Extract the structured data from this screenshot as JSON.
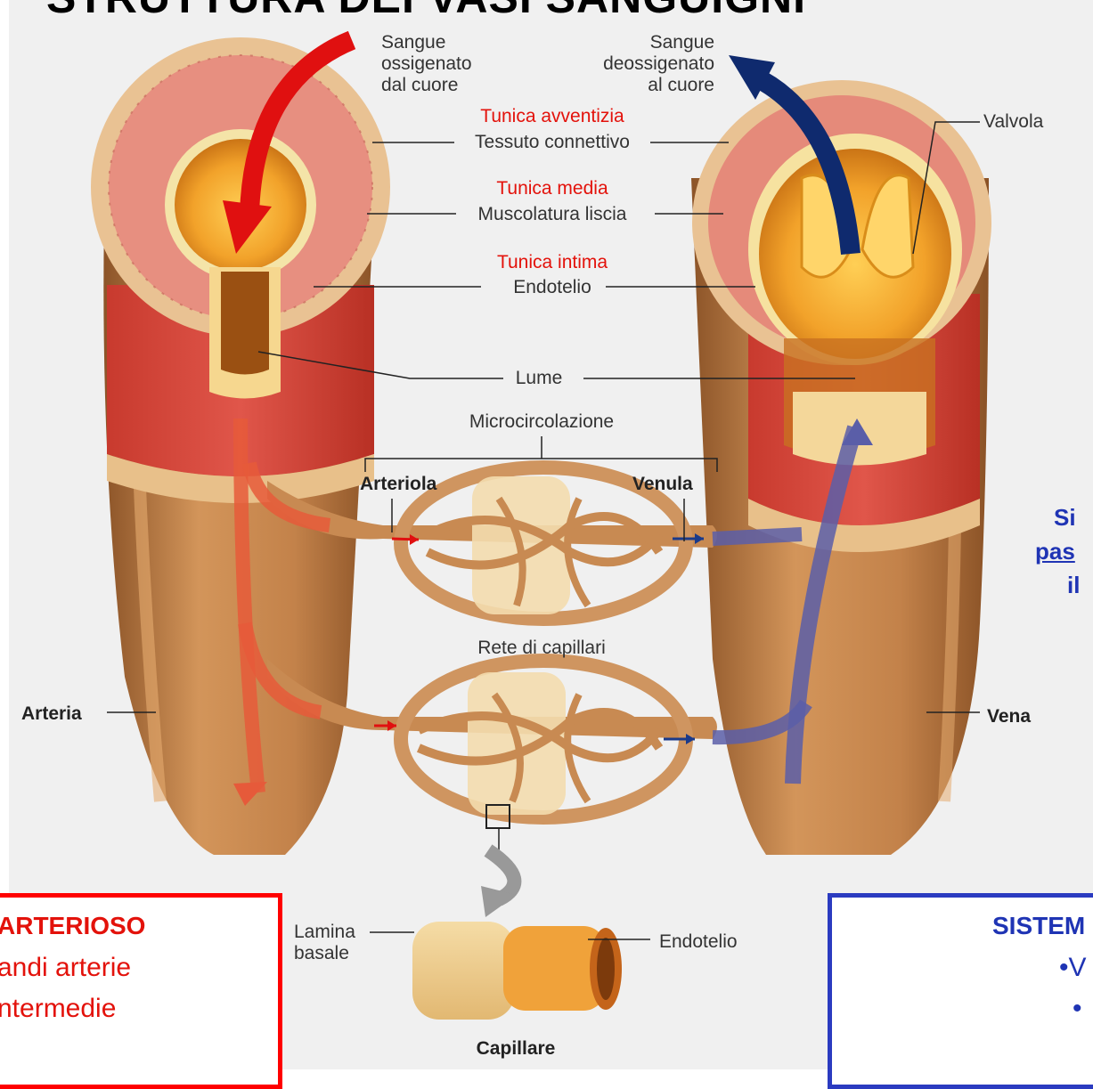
{
  "title": "STRUTTURA DEI VASI SANGUIGNI",
  "flow": {
    "oxygenated": [
      "Sangue",
      "ossigenato",
      "dal cuore"
    ],
    "deoxygenated": [
      "Sangue",
      "deossigenato",
      "al cuore"
    ]
  },
  "layers": {
    "adventitia_title": "Tunica avventizia",
    "adventitia_label": "Tessuto connettivo",
    "media_title": "Tunica media",
    "media_label": "Muscolatura liscia",
    "intima_title": "Tunica intima",
    "intima_label": "Endotelio"
  },
  "labels": {
    "valve": "Valvola",
    "lumen": "Lume",
    "microcirculation": "Microcircolazione",
    "arteriole": "Arteriola",
    "venule": "Venula",
    "capillary_network": "Rete di capillari",
    "artery": "Arteria",
    "vein": "Vena",
    "basal_lamina": [
      "Lamina",
      "basale"
    ],
    "endothelium": "Endotelio",
    "capillary": "Capillare"
  },
  "arterial_box": {
    "heading": "ARTERIOSO",
    "items": [
      "andi arterie",
      "ntermedie"
    ]
  },
  "venous_box": {
    "heading": "SISTEM",
    "items": [
      "•V",
      "•"
    ]
  },
  "side_text": [
    "Si",
    "pas",
    "il"
  ],
  "colors": {
    "arterial": "#ff0000",
    "venous": "#2b3bc0",
    "oxygenated_arrow": "#e01010",
    "deoxygenated_arrow": "#0f2a6e",
    "vessel_wall": "#c8884f",
    "muscle": "#d24a3c"
  }
}
